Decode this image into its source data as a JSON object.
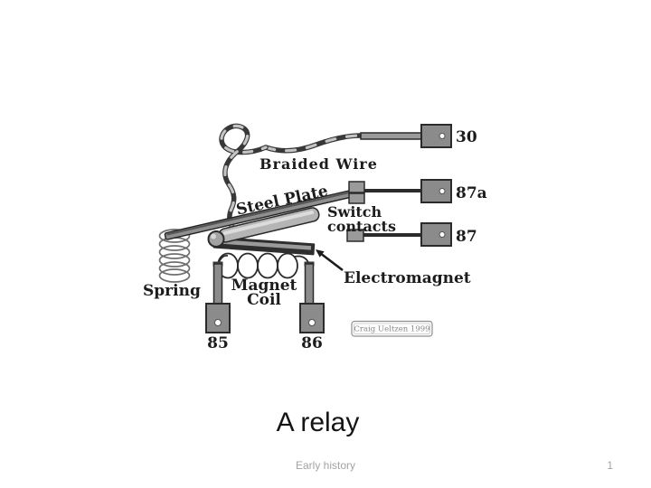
{
  "slide": {
    "title": "A relay",
    "footer": "Early history",
    "page_number": "1",
    "title_color": "#151515",
    "footer_color": "#a3a3a3",
    "background_color": "#ffffff"
  },
  "diagram": {
    "credit": "Craig Ueltzen 1999",
    "labels": {
      "braided_wire": "Braided Wire",
      "steel_plate": "Steel Plate",
      "switch_line1": "Switch",
      "switch_line2": "contacts",
      "electromagnet": "Electromagnet",
      "magnet_line1": "Magnet",
      "magnet_line2": "Coil",
      "spring": "Spring"
    },
    "terminals": {
      "t30": "30",
      "t87a": "87a",
      "t87": "87",
      "t85": "85",
      "t86": "86"
    },
    "colors": {
      "metal_fill": "#8b8b8b",
      "outline": "#2b2b2b",
      "ink": "#1c1c1c",
      "wire_dark": "#383838",
      "wire_light": "#c4c4c4"
    }
  }
}
